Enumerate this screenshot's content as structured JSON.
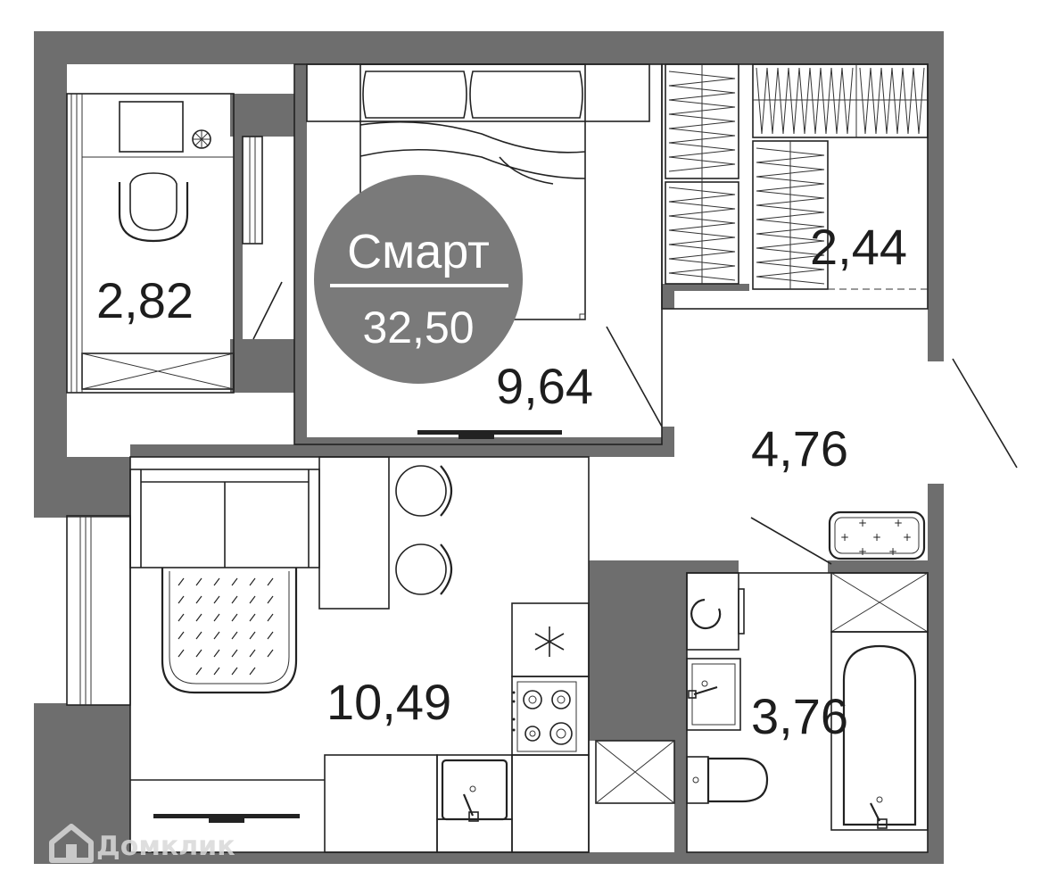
{
  "colors": {
    "wall": "#6e6e6e",
    "badge": "#7a7a7a",
    "line": "#222222",
    "watermark": "#d9d9d9"
  },
  "badge": {
    "type": "Смарт",
    "total_area": "32,50"
  },
  "rooms": [
    {
      "id": "balcony",
      "area": "2,82"
    },
    {
      "id": "bedroom",
      "area": "9,64"
    },
    {
      "id": "wardrobe",
      "area": "2,44"
    },
    {
      "id": "hallway",
      "area": "4,76"
    },
    {
      "id": "kitchen-living",
      "area": "10,49"
    },
    {
      "id": "bathroom",
      "area": "3,76"
    }
  ],
  "icons": {
    "watermark_logo": "house-icon",
    "stove": "stove-icon",
    "fridge": "snowflake-icon",
    "washer": "washing-machine-icon",
    "ac_unit": "air-conditioner-icon"
  },
  "watermark": {
    "text": "Домклик"
  }
}
